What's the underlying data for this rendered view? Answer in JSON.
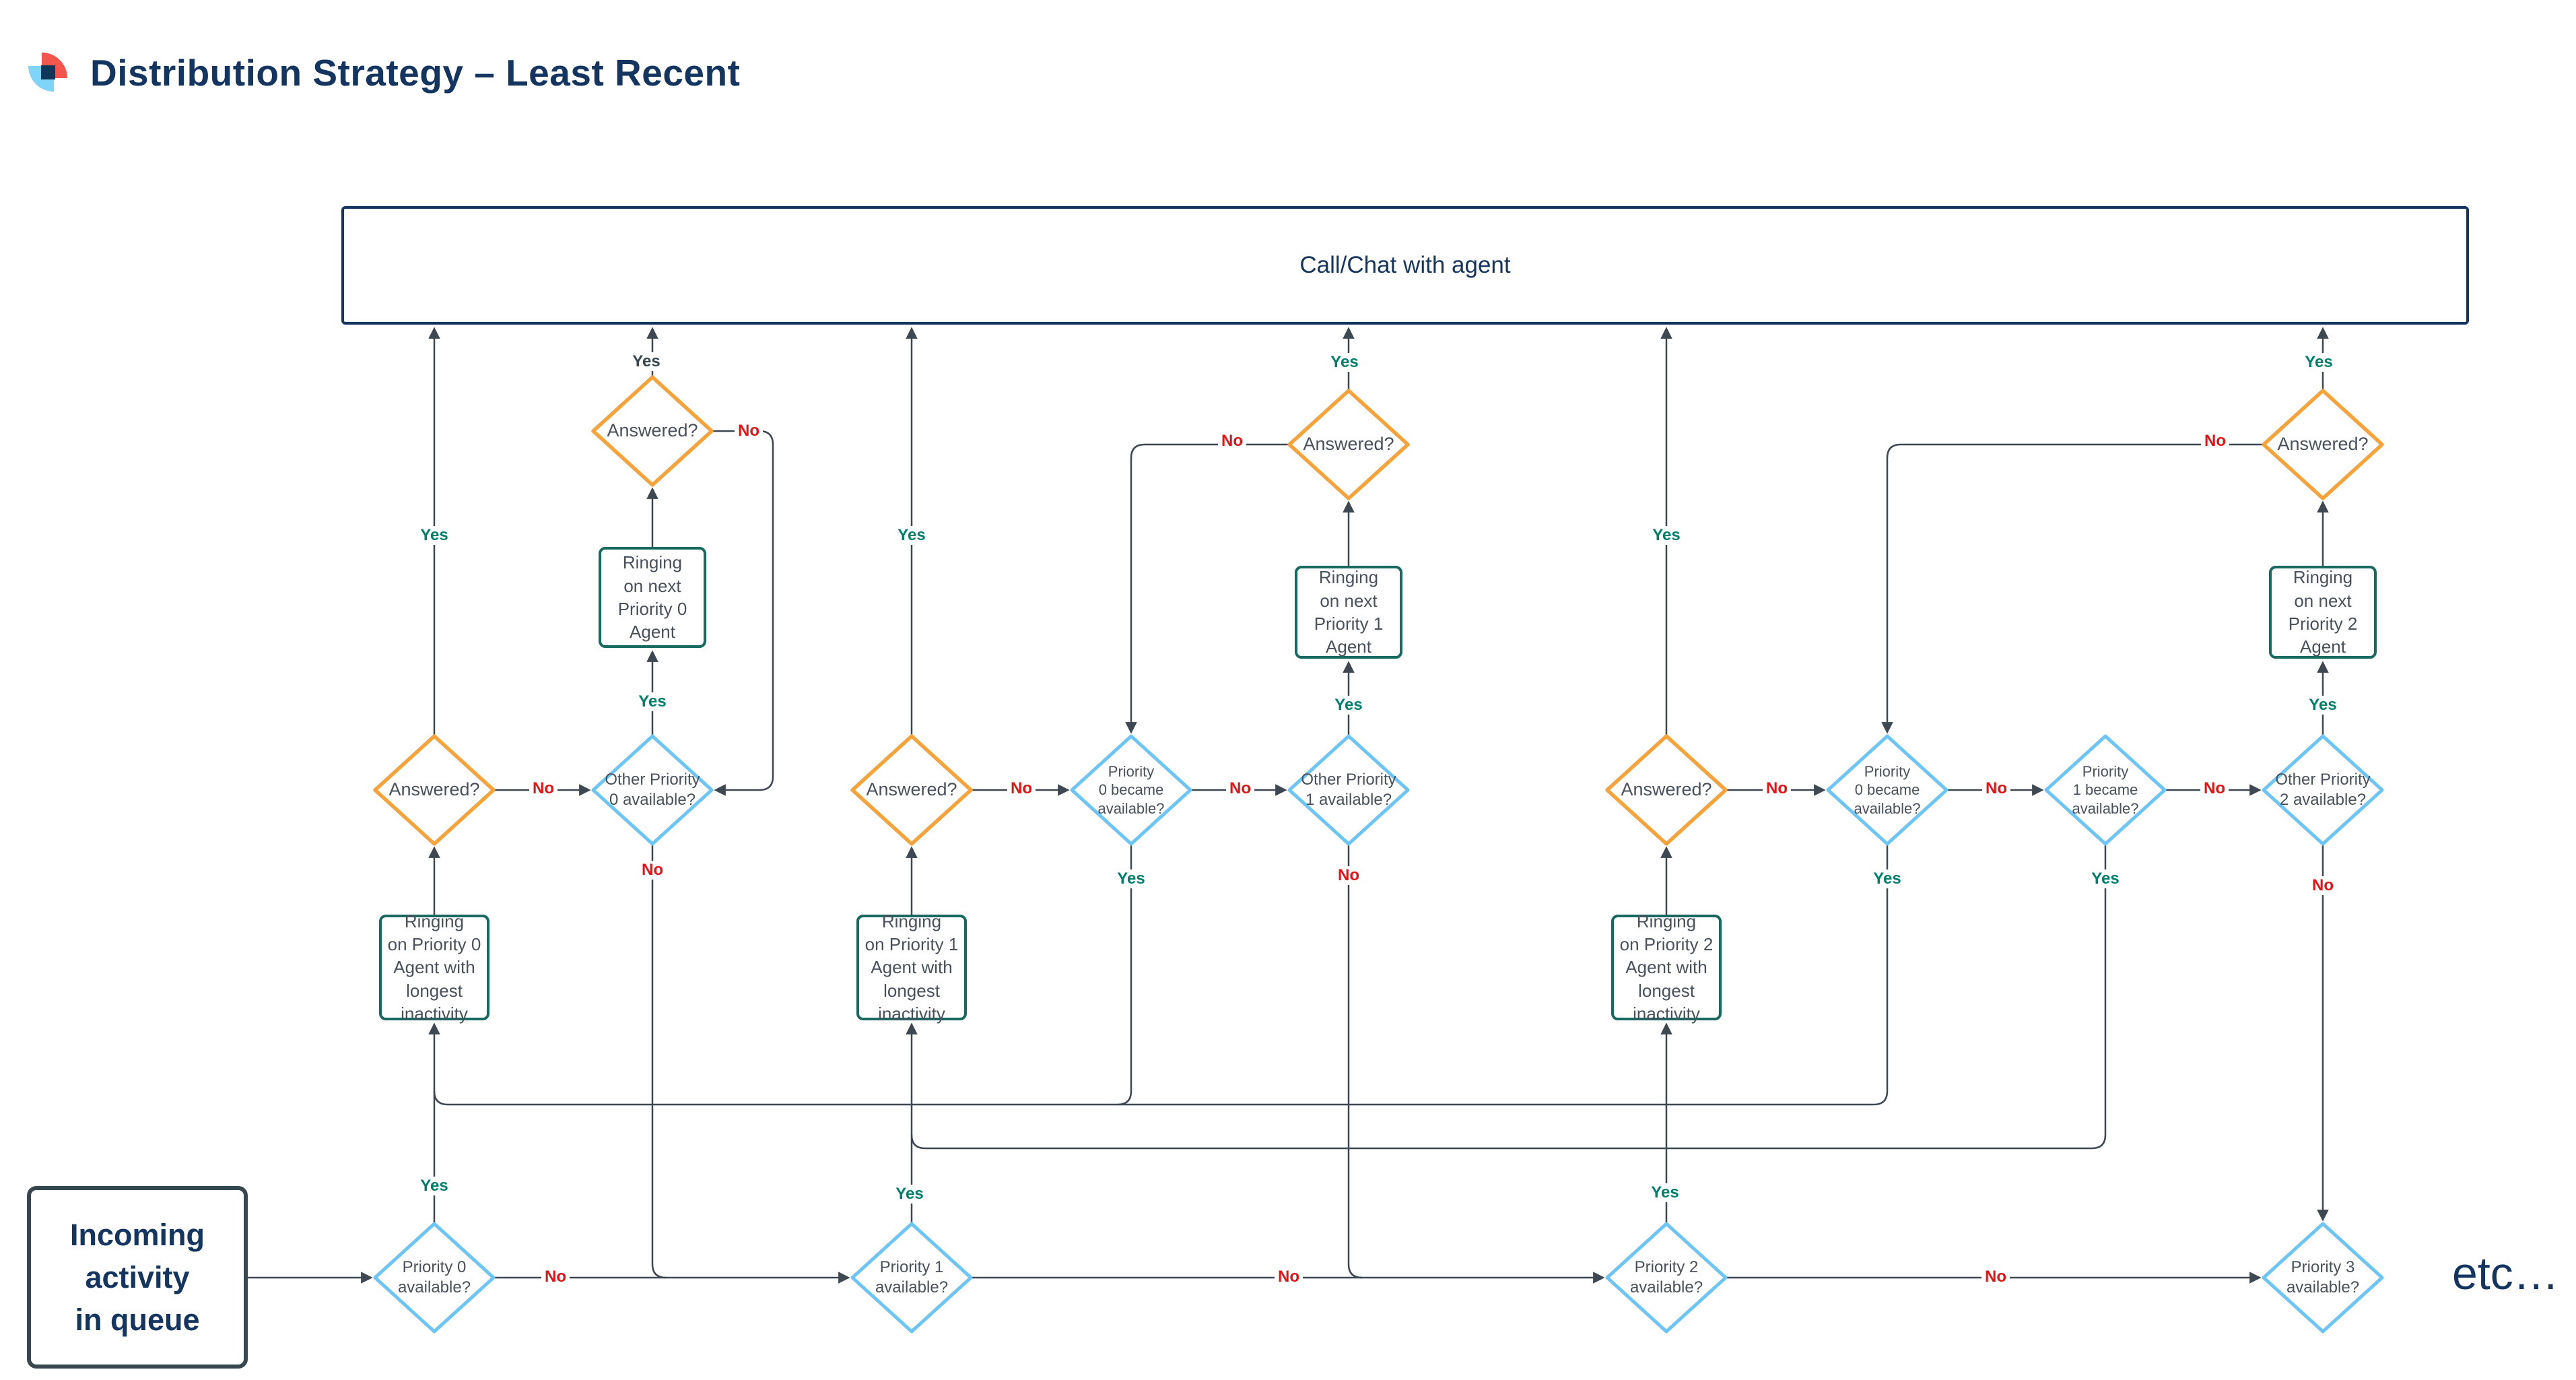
{
  "header": {
    "title": "Distribution Strategy – Least Recent"
  },
  "colors": {
    "navy": "#14355f",
    "line": "#3d4852",
    "decision_orange": "#f6a33c",
    "decision_blue": "#6cc5f4",
    "process_teal": "#18695f",
    "start_border": "#37474f",
    "yes_green": "#00806a",
    "no_red": "#e51313",
    "logo_red": "#f4564e",
    "logo_blue": "#7fd4f7"
  },
  "nodes": {
    "call_chat": {
      "label": "Call/Chat with agent"
    },
    "incoming": {
      "lines": [
        "Incoming",
        "activity",
        "in queue"
      ]
    },
    "answered": {
      "label": "Answered?"
    },
    "other_p0": {
      "lines": [
        "Other Priority",
        "0 available?"
      ]
    },
    "other_p1": {
      "lines": [
        "Other Priority",
        "1 available?"
      ]
    },
    "other_p2": {
      "lines": [
        "Other Priority",
        "2 available?"
      ]
    },
    "p0_became": {
      "lines": [
        "Priority",
        "0 became",
        "available?"
      ]
    },
    "p1_became": {
      "lines": [
        "Priority",
        "1 became",
        "available?"
      ]
    },
    "p0_avail": {
      "lines": [
        "Priority 0",
        "available?"
      ]
    },
    "p1_avail": {
      "lines": [
        "Priority 1",
        "available?"
      ]
    },
    "p2_avail": {
      "lines": [
        "Priority 2",
        "available?"
      ]
    },
    "p3_avail": {
      "lines": [
        "Priority 3",
        "available?"
      ]
    },
    "ring_next_p0": {
      "lines": [
        "Ringing",
        "on next",
        "Priority 0",
        "Agent"
      ]
    },
    "ring_next_p1": {
      "lines": [
        "Ringing",
        "on next",
        "Priority 1",
        "Agent"
      ]
    },
    "ring_next_p2": {
      "lines": [
        "Ringing",
        "on next",
        "Priority 2",
        "Agent"
      ]
    },
    "ring_long_p0": {
      "lines": [
        "Ringing",
        "on Priority 0",
        "Agent with",
        "longest",
        "inactivity"
      ]
    },
    "ring_long_p1": {
      "lines": [
        "Ringing",
        "on Priority 1",
        "Agent with",
        "longest",
        "inactivity"
      ]
    },
    "ring_long_p2": {
      "lines": [
        "Ringing",
        "on Priority 2",
        "Agent with",
        "longest",
        "inactivity"
      ]
    },
    "etc": {
      "label": "etc…"
    }
  },
  "edge_labels": {
    "yes": "Yes",
    "no": "No"
  }
}
